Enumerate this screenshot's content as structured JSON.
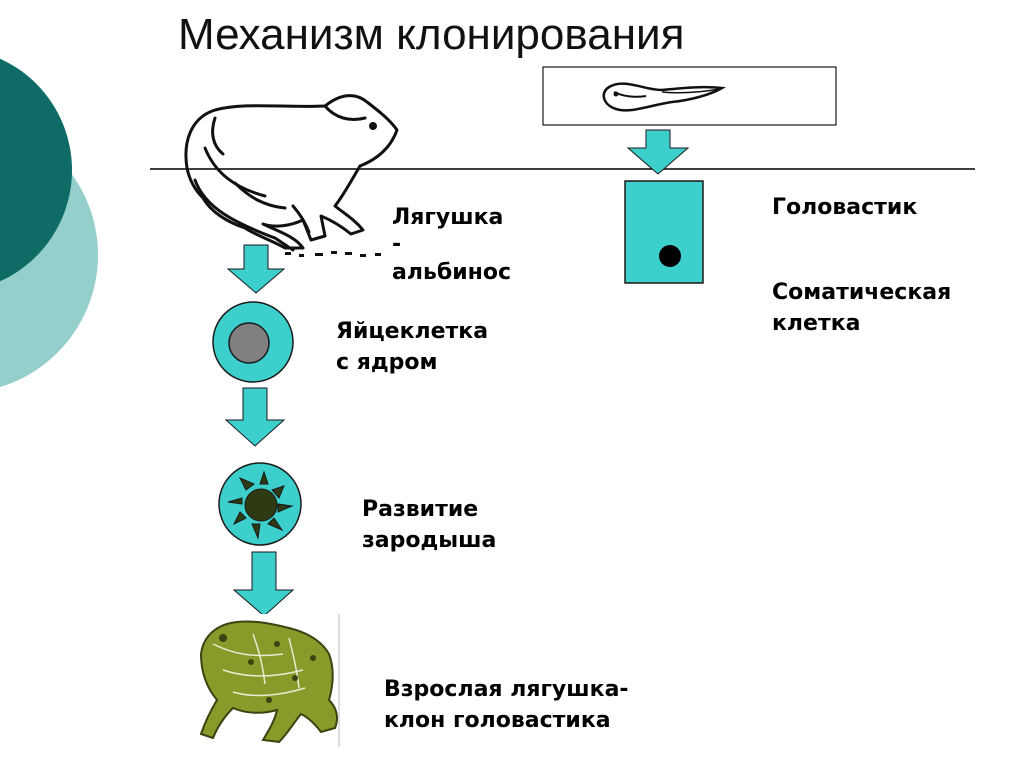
{
  "slide": {
    "title": "Механизм клонирования",
    "labels": {
      "frog_albino_line1": "Лягушка",
      "frog_albino_line2": "-",
      "frog_albino_line3": "альбинос",
      "egg_line1": "Яйцеклетка",
      "egg_line2": "с ядром",
      "embryo_line1": "Развитие",
      "embryo_line2": "зародыша",
      "adult_line1": "Взрослая лягушка-",
      "adult_line2": "клон головастика",
      "tadpole": "Головастик",
      "somatic_line1": "Соматическая",
      "somatic_line2": "клетка"
    }
  },
  "colors": {
    "teal": "#3ccfcc",
    "dark_teal": "#0e6b66",
    "light_teal": "#95cfcc",
    "nucleus_gray": "#808080",
    "embryo_dark": "#2e3a14",
    "frog_green": "#8a9a2a"
  }
}
